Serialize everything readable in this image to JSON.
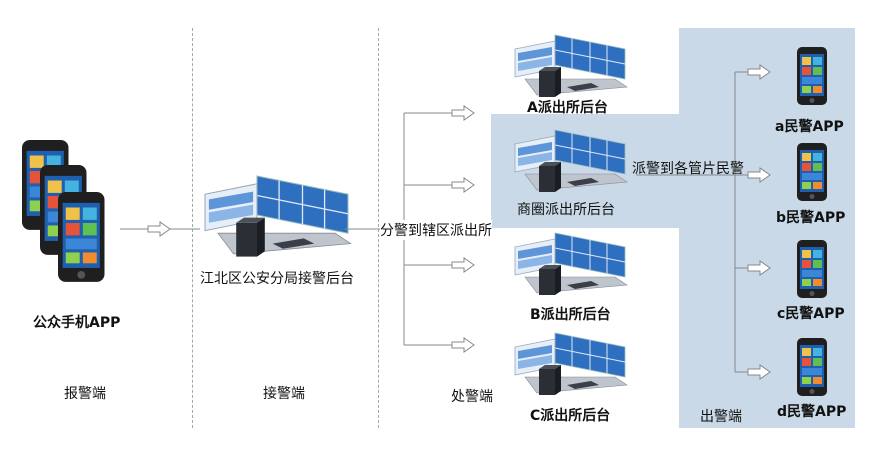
{
  "columns": {
    "report": "报警端",
    "receive": "接警端",
    "handle": "处警端",
    "dispatch": "出警端"
  },
  "public_app": {
    "label": "公众手机APP"
  },
  "jiangbei_center": {
    "label": "江北区公安分局接警后台"
  },
  "flow_label_1": "分警到辖区派出所",
  "flow_label_2": "派警到各管片民警",
  "stations": [
    {
      "label": "A派出所后台"
    },
    {
      "label": "商圈派出所后台"
    },
    {
      "label": "B派出所后台"
    },
    {
      "label": "C派出所后台"
    }
  ],
  "officer_apps": [
    {
      "label": "a民警APP"
    },
    {
      "label": "b民警APP"
    },
    {
      "label": "c民警APP"
    },
    {
      "label": "d民警APP"
    }
  ],
  "colors": {
    "panel": "#c9d9e7",
    "phone_body": "#1f1f1f",
    "screen_blue": "#1e5fb0",
    "monitor_blue": "#3d7fd1"
  }
}
